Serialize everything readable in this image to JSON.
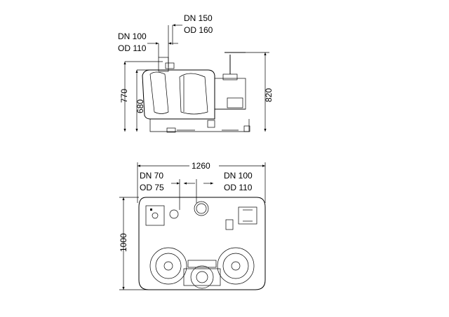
{
  "side_view": {
    "outlet_dn": "DN 150",
    "outlet_od": "OD 160",
    "inlet_dn": "DN 100",
    "inlet_od": "OD 110",
    "dim_770": "770",
    "dim_680": "680",
    "dim_820": "820"
  },
  "top_view": {
    "dim_width": "1260",
    "vent_dn": "DN 70",
    "vent_od": "OD 75",
    "inlet_dn": "DN 100",
    "inlet_od": "OD 110",
    "dim_depth": "1000"
  }
}
